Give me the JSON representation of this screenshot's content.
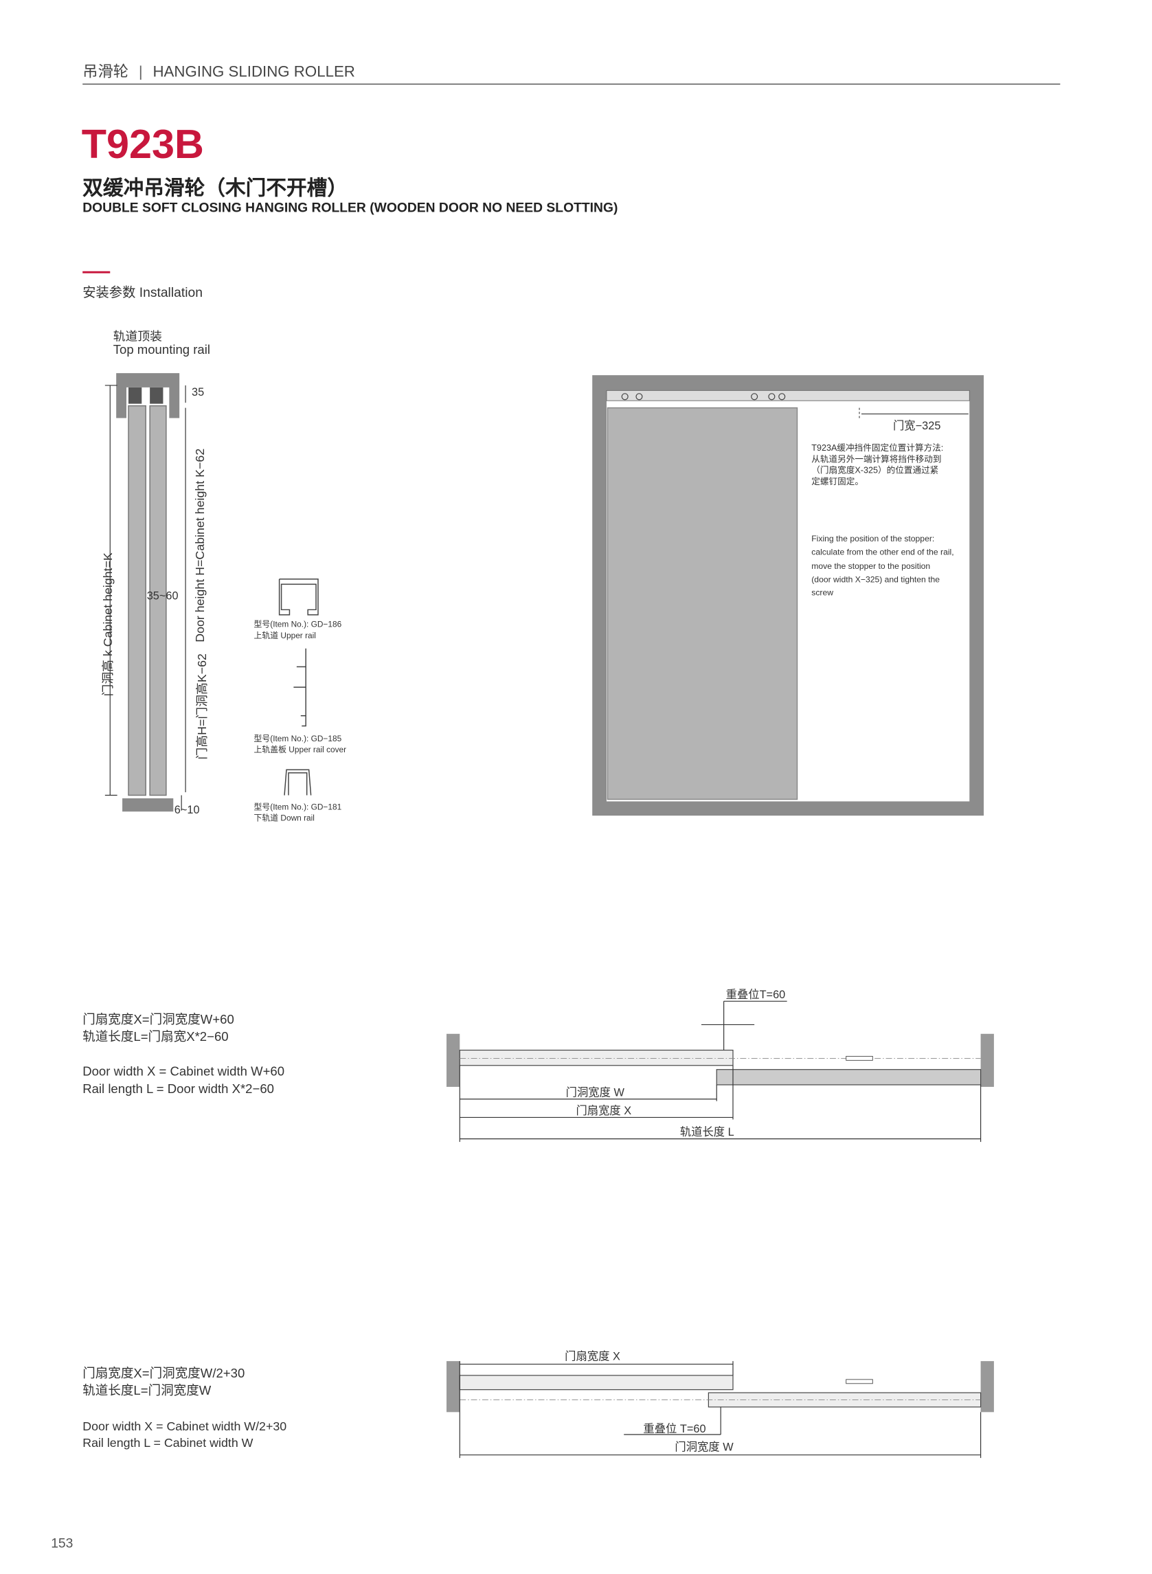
{
  "header": {
    "category_cn": "吊滑轮",
    "separator": "|",
    "category_en": "HANGING SLIDING ROLLER"
  },
  "product": {
    "model": "T923B",
    "title_cn": "双缓冲吊滑轮（木门不开槽）",
    "title_en": "DOUBLE SOFT CLOSING HANGING ROLLER (WOODEN DOOR NO NEED SLOTTING)"
  },
  "section": {
    "label": "安装参数  Installation"
  },
  "side_view": {
    "title_cn": "轨道顶装",
    "title_en": "Top mounting rail",
    "dim_top": "35",
    "dim_gap": "35~60",
    "dim_bottom": "6~10",
    "cabinet_height": "门洞高 k  Cabinet height=K",
    "door_height_cn": "门高H=门洞高K−62",
    "door_height_en": "Door height H=Cabinet height K−62"
  },
  "profiles": [
    {
      "item": "型号(Item No.): GD−186",
      "name": "上轨道 Upper rail"
    },
    {
      "item": "型号(Item No.): GD−185",
      "name": "上轨盖板 Upper rail cover"
    },
    {
      "item": "型号(Item No.): GD−181",
      "name": "下轨道 Down rail"
    }
  ],
  "front_view": {
    "dim": "门宽−325",
    "note_cn": [
      "T923A缓冲挡件固定位置计算方法:",
      "从轨道另外一端计算将挡件移动到",
      "（门扇宽度X-325）的位置通过紧",
      "定螺钉固定。"
    ],
    "note_en": [
      "Fixing the position of the stopper:",
      "calculate from the other end of the rail,",
      "move the stopper to the position",
      "(door width X−325) and tighten the",
      "screw"
    ]
  },
  "layout1": {
    "formula_cn": [
      "门扇宽度X=门洞宽度W+60",
      "轨道长度L=门扇宽X*2−60"
    ],
    "formula_en": [
      "Door width X = Cabinet width W+60",
      "Rail length L = Door width X*2−60"
    ],
    "overlap": "重叠位T=60",
    "cabinet_width": "门洞宽度 W",
    "door_width": "门扇宽度 X",
    "rail_length": "轨道长度 L"
  },
  "layout2": {
    "formula_cn": [
      "门扇宽度X=门洞宽度W/2+30",
      "轨道长度L=门洞宽度W"
    ],
    "formula_en": [
      "Door width X = Cabinet width W/2+30",
      "Rail length L = Cabinet width W"
    ],
    "door_width": "门扇宽度 X",
    "overlap": "重叠位 T=60",
    "cabinet_width": "门洞宽度 W"
  },
  "page_number": "153"
}
